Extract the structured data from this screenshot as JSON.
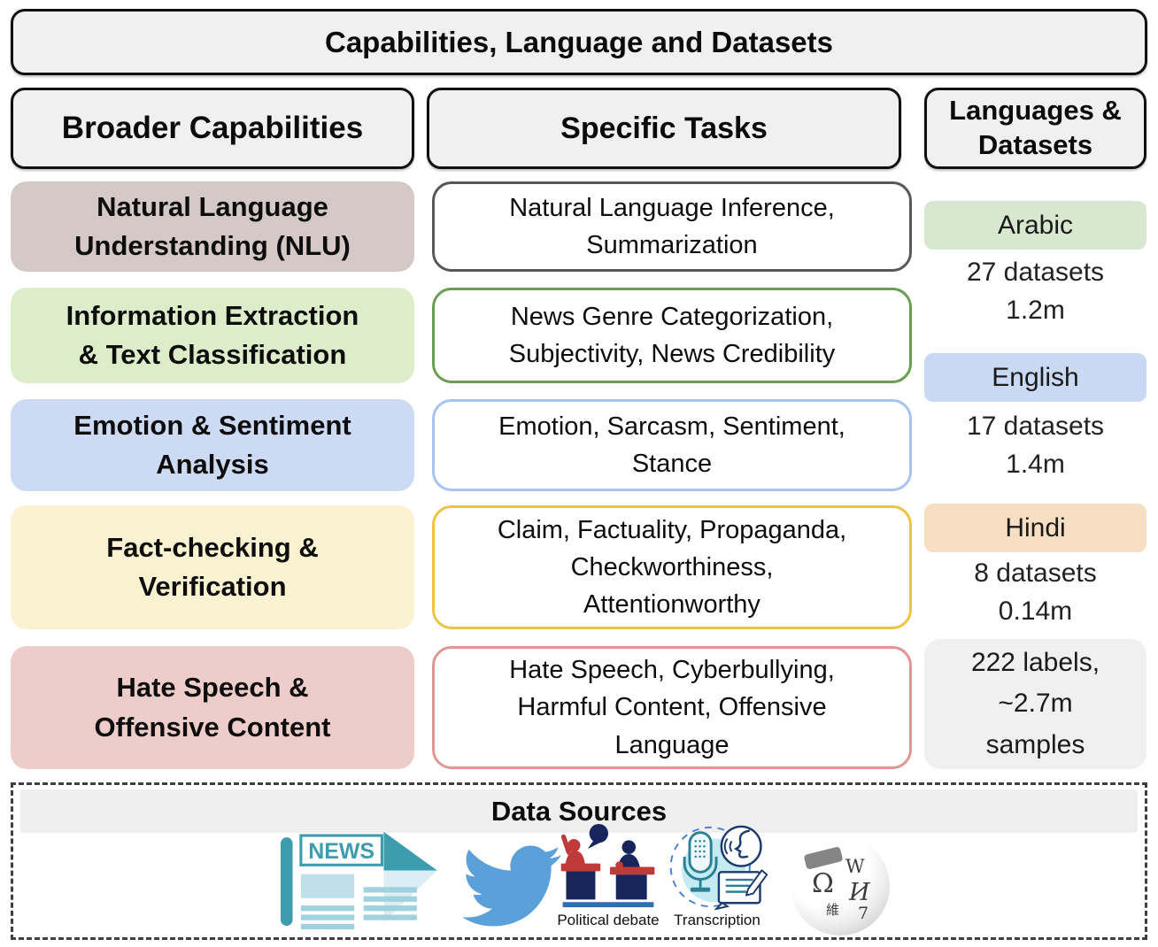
{
  "title": "Capabilities, Language and Datasets",
  "column_headers": {
    "broader_capabilities": "Broader Capabilities",
    "specific_tasks": "Specific Tasks",
    "languages_datasets": "Languages & Datasets"
  },
  "capability_rows": [
    {
      "capability": "Natural Language\nUnderstanding (NLU)",
      "tasks": "Natural Language Inference,\nSummarization",
      "capability_bg": "#d5c9c7",
      "task_border": "#58585a"
    },
    {
      "capability": "Information Extraction\n& Text Classification",
      "tasks": "News Genre Categorization,\nSubjectivity, News Credibility",
      "capability_bg": "#ddedca",
      "task_border": "#6a9e50"
    },
    {
      "capability": "Emotion & Sentiment\nAnalysis",
      "tasks": "Emotion, Sarcasm, Sentiment,\nStance",
      "capability_bg": "#ccdaf4",
      "task_border": "#a6c3f2"
    },
    {
      "capability": "Fact-checking &\nVerification",
      "tasks": "Claim, Factuality, Propaganda,\nCheckworthiness,\nAttentionworthy",
      "capability_bg": "#fbf2d1",
      "task_border": "#f0c243"
    },
    {
      "capability": "Hate Speech &\nOffensive Content",
      "tasks": "Hate Speech, Cyberbullying,\nHarmful Content, Offensive\nLanguage",
      "capability_bg": "#eeccca",
      "task_border": "#e29694"
    }
  ],
  "language_stats": [
    {
      "language": "Arabic",
      "pill_bg": "#d8e8d0",
      "datasets": "27 datasets",
      "samples": "1.2m"
    },
    {
      "language": "English",
      "pill_bg": "#c9d9f4",
      "datasets": "17 datasets",
      "samples": "1.4m"
    },
    {
      "language": "Hindi",
      "pill_bg": "#f7dfc3",
      "datasets": "8 datasets",
      "samples": "0.14m"
    }
  ],
  "totals": {
    "text": "222 labels,\n~2.7m\nsamples"
  },
  "data_sources": {
    "title": "Data Sources",
    "news_icon_text": "NEWS",
    "political_debate_label": "Political debate",
    "transcription_label": "Transcription",
    "icon_names": [
      "newspaper-icon",
      "twitter-icon",
      "political-debate-icon",
      "transcription-icon",
      "wikipedia-icon"
    ],
    "wiki_glyphs": {
      "g1": "Ω",
      "g2": "W",
      "g3": "И",
      "g4": "維",
      "g5": "7"
    }
  },
  "colors": {
    "header_bg": "#f0f0f0",
    "header_border": "#101010",
    "news_teal": "#3d9cae",
    "news_light": "#bfe0ea",
    "twitter_blue": "#5ba0d9",
    "debate_red": "#c03a3a",
    "debate_navy": "#16265c",
    "debate_floor": "#2f6db5",
    "transcription_teal": "#2b7f96",
    "dashed_border": "#3f3f3f"
  }
}
